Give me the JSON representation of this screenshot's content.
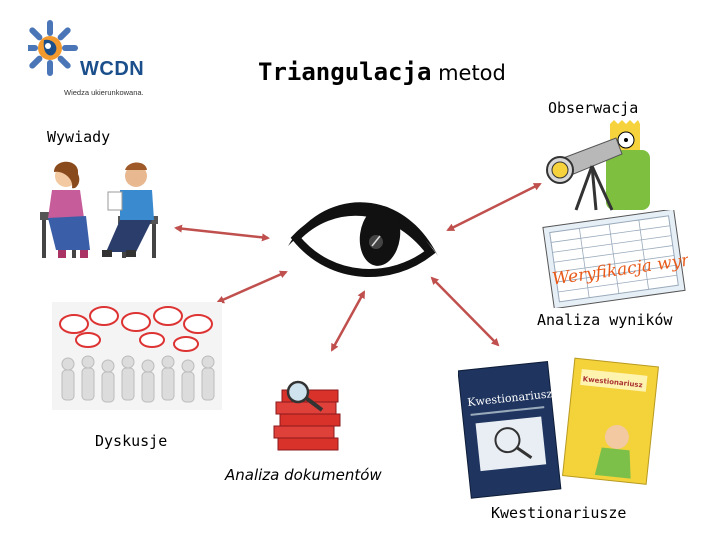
{
  "logo": {
    "name": "WCDN",
    "tagline": "Wiedza ukierunkowana."
  },
  "title": {
    "bold_part": "Triangulacja",
    "rest": " metod"
  },
  "nodes": {
    "obserwacja": "Obserwacja",
    "wywiady": "Wywiady",
    "analiza_wynikow": "Analiza wyników",
    "dyskusje": "Dyskusje",
    "analiza_dokumentow": "Analiza dokumentów",
    "kwestionariusze": "Kwestionariusze"
  },
  "illustrations": {
    "form_overlay": "Weryfikacja wyników",
    "book_title": "Kwestionariusz",
    "book_title_2": "Kwestionariusz"
  },
  "colors": {
    "arrow": "#c0504d",
    "logo_blue": "#1a4f8c",
    "logo_orange": "#f29a2e"
  }
}
